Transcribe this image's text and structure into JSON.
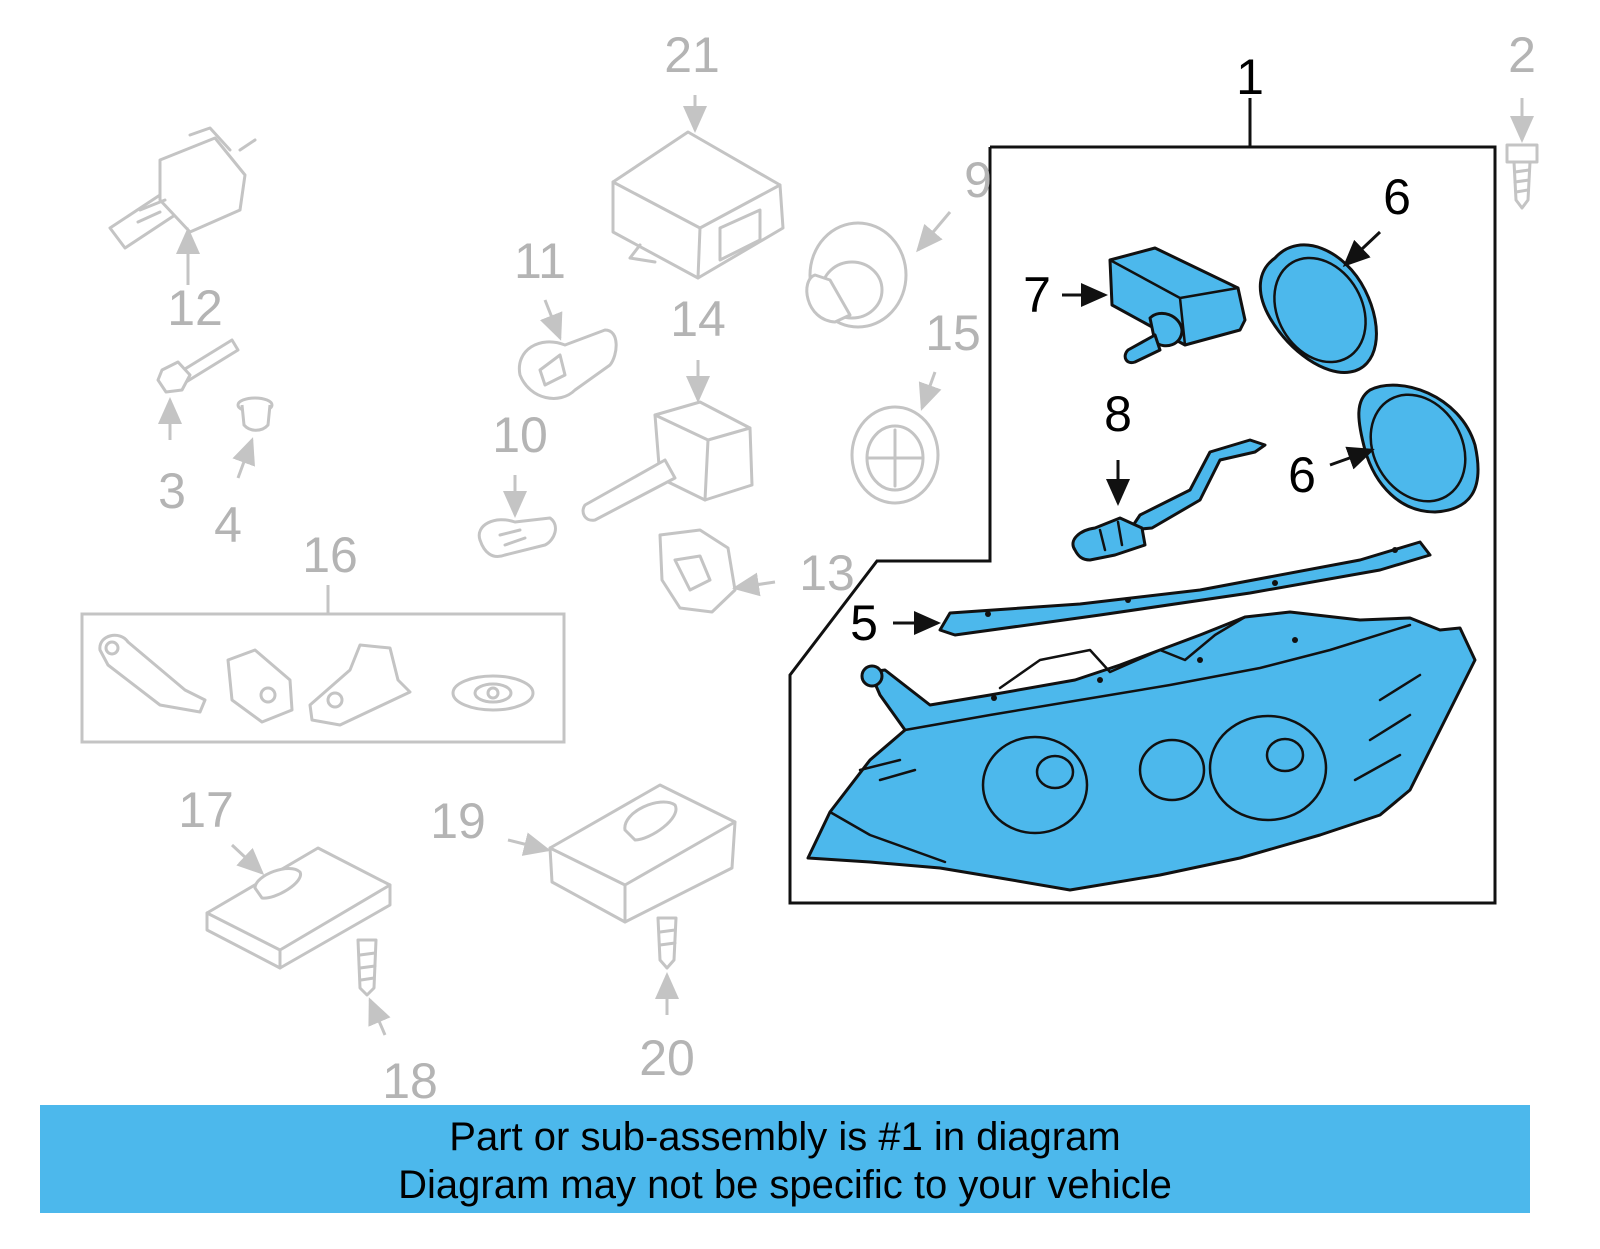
{
  "callouts": {
    "n1": "1",
    "n2": "2",
    "n3": "3",
    "n4": "4",
    "n5": "5",
    "n6a": "6",
    "n6b": "6",
    "n7": "7",
    "n8": "8",
    "n9": "9",
    "n10": "10",
    "n11": "11",
    "n12": "12",
    "n13": "13",
    "n14": "14",
    "n15": "15",
    "n16": "16",
    "n17": "17",
    "n18": "18",
    "n19": "19",
    "n20": "20",
    "n21": "21"
  },
  "caption": {
    "line1": "Part or sub-assembly is #1 in diagram",
    "line2": "Diagram may not be specific to your vehicle"
  },
  "colors": {
    "highlight": "#4cb8ec",
    "faded": "#c4c4c4",
    "outline": "#111111"
  }
}
